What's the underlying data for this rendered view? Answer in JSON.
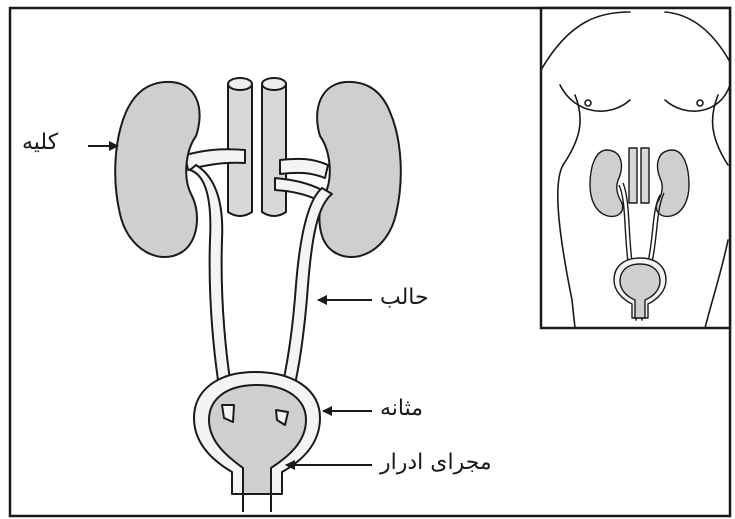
{
  "labels": {
    "kidney": "کلیه",
    "ureter": "حالب",
    "bladder": "مثانه",
    "urethra": "مجرای ادرار"
  },
  "colors": {
    "organ_fill": "#cfcfcf",
    "outline": "#1a1a1a",
    "background": "#ffffff"
  }
}
